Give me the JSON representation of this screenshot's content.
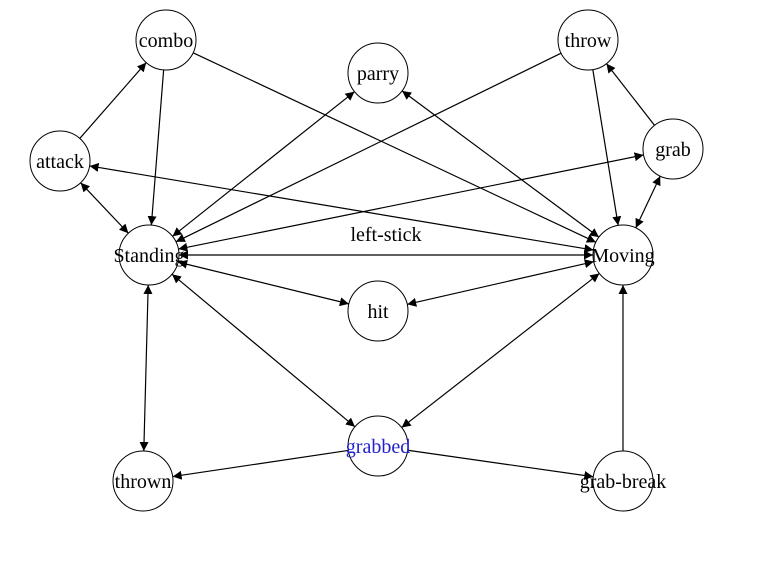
{
  "colors": {
    "default": "#000000",
    "highlight": "#2222cc"
  },
  "nodes": [
    {
      "id": "combo",
      "label": "combo"
    },
    {
      "id": "parry",
      "label": "parry"
    },
    {
      "id": "throw",
      "label": "throw"
    },
    {
      "id": "attack",
      "label": "attack"
    },
    {
      "id": "grab",
      "label": "grab"
    },
    {
      "id": "standing",
      "label": "Standing"
    },
    {
      "id": "moving",
      "label": "Moving"
    },
    {
      "id": "hit",
      "label": "hit"
    },
    {
      "id": "grabbed",
      "label": "grabbed",
      "highlighted": true
    },
    {
      "id": "thrown",
      "label": "thrown"
    },
    {
      "id": "grab_break",
      "label": "grab-break"
    }
  ],
  "edges": [
    {
      "from": "attack",
      "to": "combo",
      "label": ""
    },
    {
      "from": "combo",
      "to": "standing",
      "label": ""
    },
    {
      "from": "combo",
      "to": "moving",
      "label": ""
    },
    {
      "from": "standing",
      "to": "parry",
      "label": "",
      "bidirectional": true
    },
    {
      "from": "moving",
      "to": "parry",
      "label": "",
      "bidirectional": true
    },
    {
      "from": "throw",
      "to": "standing",
      "label": ""
    },
    {
      "from": "throw",
      "to": "moving",
      "label": ""
    },
    {
      "from": "grab",
      "to": "throw",
      "label": ""
    },
    {
      "from": "moving",
      "to": "grab",
      "label": "",
      "bidirectional": true
    },
    {
      "from": "standing",
      "to": "grab",
      "label": "",
      "bidirectional": true
    },
    {
      "from": "attack",
      "to": "standing",
      "label": "",
      "bidirectional": true
    },
    {
      "from": "attack",
      "to": "moving",
      "label": "",
      "bidirectional": true
    },
    {
      "from": "standing",
      "to": "moving",
      "label": "left-stick",
      "bidirectional": true
    },
    {
      "from": "standing",
      "to": "hit",
      "label": "",
      "bidirectional": true
    },
    {
      "from": "moving",
      "to": "hit",
      "label": "",
      "bidirectional": true
    },
    {
      "from": "standing",
      "to": "grabbed",
      "label": "",
      "bidirectional": true
    },
    {
      "from": "moving",
      "to": "grabbed",
      "label": "",
      "bidirectional": true
    },
    {
      "from": "standing",
      "to": "thrown",
      "label": "",
      "bidirectional": true
    },
    {
      "from": "grabbed",
      "to": "thrown",
      "label": ""
    },
    {
      "from": "grabbed",
      "to": "grab_break",
      "label": ""
    },
    {
      "from": "grab_break",
      "to": "moving",
      "label": ""
    }
  ]
}
